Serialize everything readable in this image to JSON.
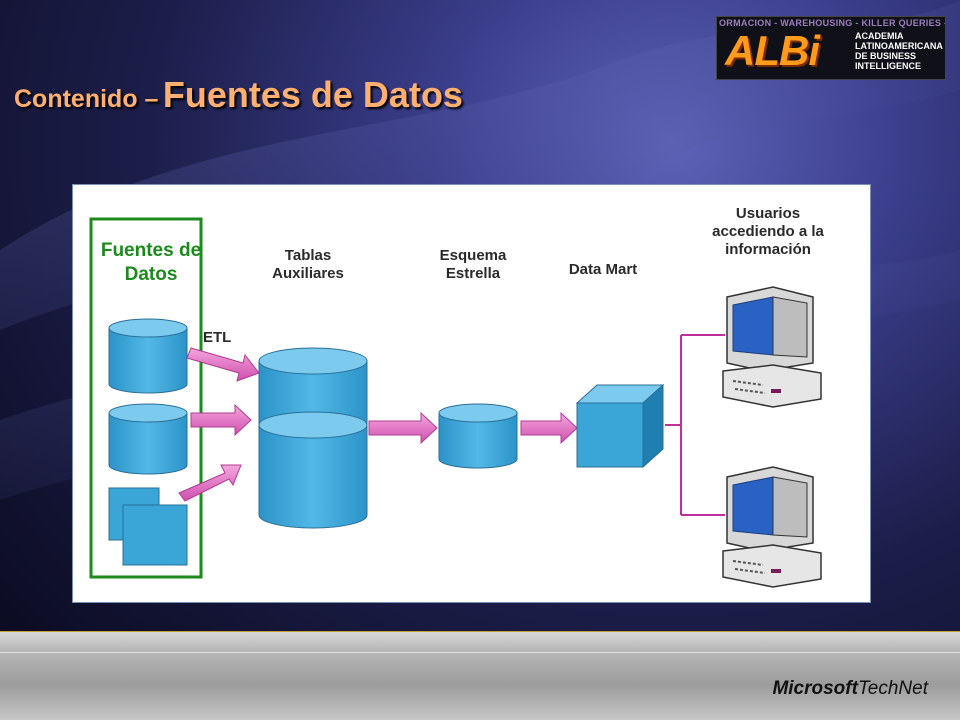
{
  "slide": {
    "title_part1": "Contenido –",
    "title_part2": "Fuentes de Datos"
  },
  "logo": {
    "ticker": "ORMACION - WAREHOUSING - KILLER QUERIES - UNI",
    "brand": "ALBi",
    "subtitle_lines": [
      "ACADEMIA",
      "LATINOAMERICANA",
      "DE BUSINESS",
      "INTELLIGENCE"
    ]
  },
  "diagram": {
    "labels": {
      "fuentes": "Fuentes de Datos",
      "etl": "ETL",
      "tablas": "Tablas Auxiliares",
      "esquema": "Esquema Estrella",
      "datamart": "Data Mart",
      "usuarios": "Usuarios accediendo a la información"
    },
    "colors": {
      "cylinder": "#3aa6d8",
      "cylinder_top": "#7ccaee",
      "arrow": "#e268c0",
      "source_box": "#1d8a1d",
      "connector": "#c0309a"
    }
  },
  "footer": {
    "brand_part1": "Microsoft",
    "brand_part2": "TechNet"
  }
}
